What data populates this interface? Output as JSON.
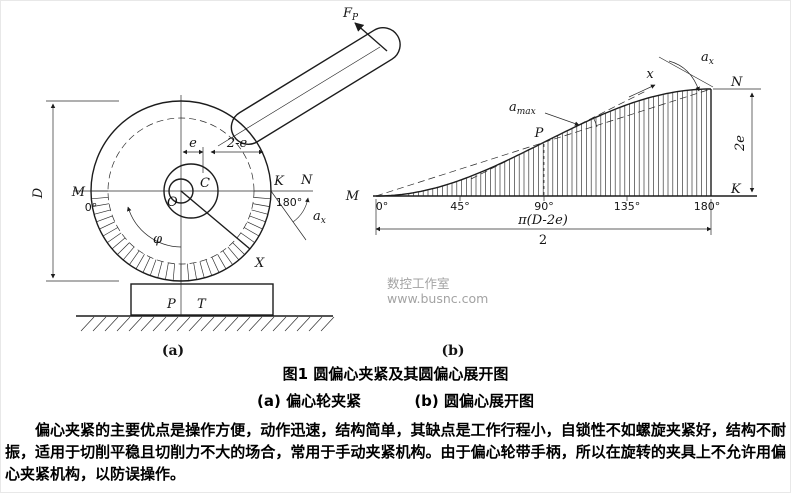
{
  "figure": {
    "label_a": "(a)",
    "label_b": "(b)",
    "caption_title": "图1 圆偏心夹紧及其圆偏心展开图",
    "sub_caption_a": "(a) 偏心轮夹紧",
    "sub_caption_b": "(b) 圆偏心展开图",
    "paragraph": "偏心夹紧的主要优点是操作方便，动作迅速，结构简单，其缺点是工作行程小，自锁性不如螺旋夹紧好，结构不耐振，适用于切削平稳且切削力不大的场合，常用于手动夹紧机构。由于偏心轮带手柄，所以在旋转的夹具上不允许用偏心夹紧机构，以防误操作。"
  },
  "diagram_a": {
    "force_main": "F",
    "force_sub": "P",
    "point_m": "M",
    "deg_0": "0°",
    "dim_d": "D",
    "dim_e": "e",
    "dim_2e": "2-e",
    "point_k": "K",
    "point_n": "N",
    "deg_180": "180°",
    "point_c": "C",
    "point_o": "O",
    "angle_phi": "φ",
    "angle_a_main": "a",
    "angle_a_sub": "x",
    "point_x": "X",
    "point_p": "P",
    "point_t": "T"
  },
  "diagram_b": {
    "point_m": "M",
    "axis_x": "x",
    "angle_amax_main": "a",
    "angle_amax_sub": "max",
    "point_p": "P",
    "angle_ax_main": "a",
    "angle_ax_sub": "x",
    "point_n": "N",
    "point_k": "K",
    "dim_2e": "2e",
    "ticks": [
      "0°",
      "45°",
      "90°",
      "135°",
      "180°"
    ],
    "formula_numerator": "π(D-2e)",
    "formula_denominator": "2",
    "watermark_line1": "数控工作室",
    "watermark_line2": "www.busnc.com"
  }
}
